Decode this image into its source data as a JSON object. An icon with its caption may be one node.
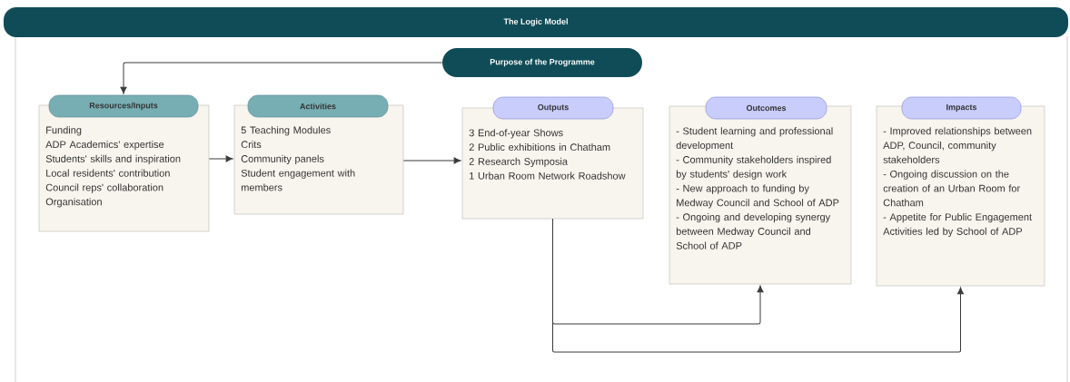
{
  "diagram": {
    "title": "The Logic Model",
    "nodes": [
      {
        "text": [
          "Purpose of the Programme"
        ]
      },
      {
        "text": [
          "Resources/Inputs",
          "Funding",
          "ADP Academics' expertise",
          "Students' skills and inspiration",
          "Local residents' contribution",
          "Council reps' collaboration",
          "Organisation"
        ]
      },
      {
        "text": [
          "Activities",
          "5 Teaching Modules",
          "Crits",
          "Community panels",
          "Student engagement with members"
        ]
      },
      {
        "text": [
          "Outputs",
          "3 End-of-year Shows",
          "2 Public exhibitions in Chatham",
          "2 Research Symposia",
          "1 Urban Room Network Roadshow"
        ]
      },
      {
        "text": [
          "Outcomes",
          "- Student learning and professional development",
          "- Community stakeholders inspired by students' design work",
          "- New approach to funding by Medway Council and School of ADP",
          "- Ongoing and developing synergy between Medway Council and School of ADP"
        ]
      },
      {
        "text": [
          "Impacts",
          "- Improved relationships between ADP, Council, community stakeholders",
          "- Ongoing discussion on the creation of an Urban Room for Chatham",
          "- Appetite for Public Engagement Activities led by School of ADP"
        ]
      }
    ],
    "edges": [
      {
        "from": 0,
        "to": 1,
        "arrow": "to"
      },
      {
        "from": 1,
        "to": 2,
        "arrow": "to"
      },
      {
        "from": 2,
        "to": 3,
        "arrow": "to"
      },
      {
        "from": 3,
        "to": 4,
        "arrow": "to"
      },
      {
        "from": 3,
        "to": 5,
        "arrow": "to"
      }
    ]
  }
}
